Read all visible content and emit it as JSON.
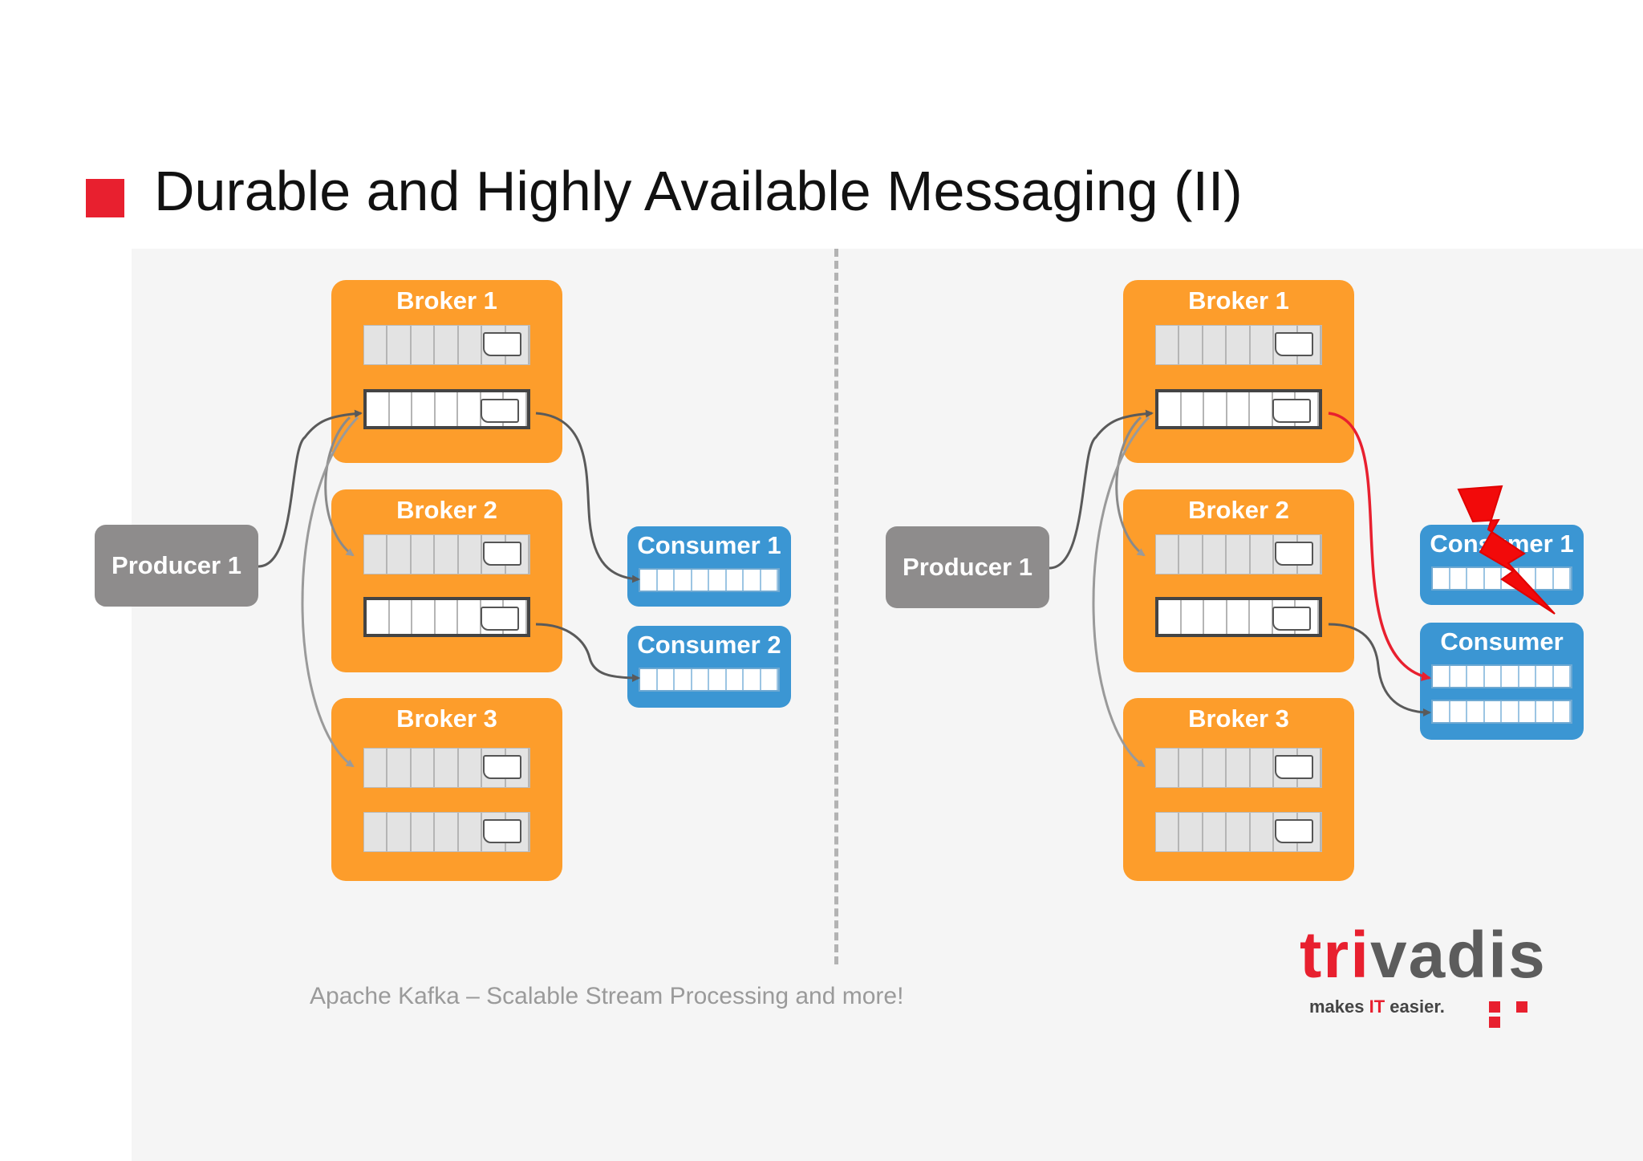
{
  "slide": {
    "title": "Durable and Highly Available Messaging (II)",
    "footer": "Apache Kafka – Scalable Stream Processing and more!"
  },
  "left": {
    "producer": "Producer 1",
    "brokers": [
      "Broker 1",
      "Broker 2",
      "Broker 3"
    ],
    "consumers": [
      "Consumer 1",
      "Consumer 2"
    ]
  },
  "right": {
    "producer": "Producer 1",
    "brokers": [
      "Broker 1",
      "Broker 2",
      "Broker 3"
    ],
    "failed_consumer": "Consumer 1",
    "consumer": "Consumer"
  },
  "logo": {
    "word_red": "tri",
    "word_rest": "vadis",
    "tag_pre": "makes ",
    "tag_red": "IT",
    "tag_post": " easier."
  },
  "colors": {
    "accent_red": "#e8202f",
    "broker_orange": "#fd9d2b",
    "consumer_blue": "#3b96d3",
    "producer_gray": "#8e8c8c"
  }
}
